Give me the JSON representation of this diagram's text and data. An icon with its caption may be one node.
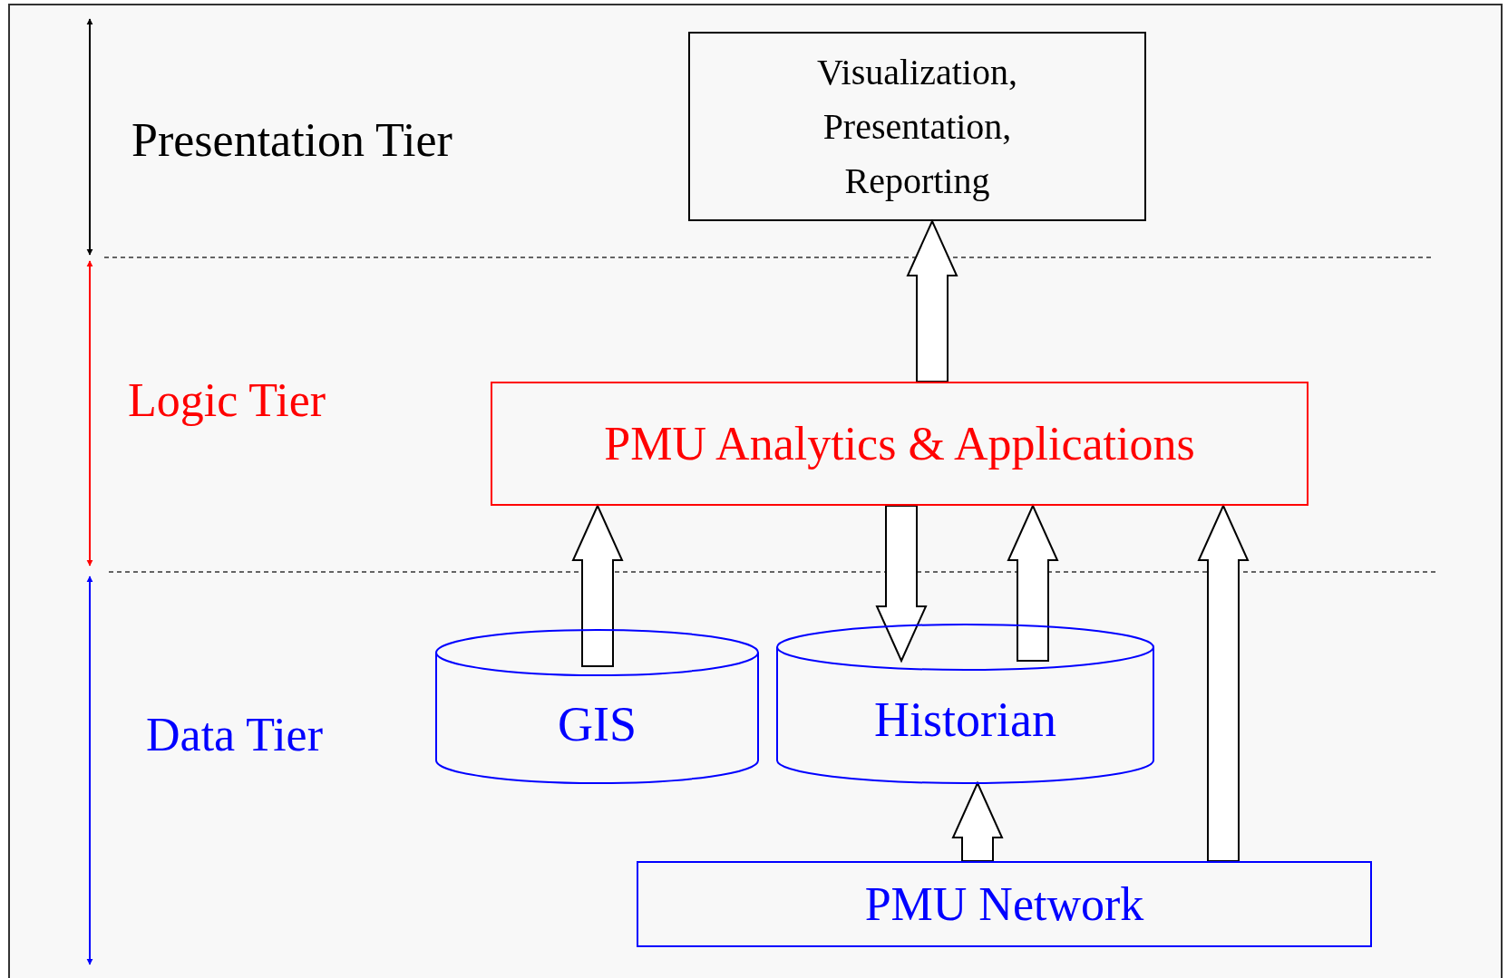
{
  "diagram": {
    "nodes": [
      {
        "text": [
          "Visualization, Presentation, Reporting"
        ]
      },
      {
        "text": [
          "PMU Analytics & Applications"
        ]
      },
      {
        "text": [
          "GIS"
        ]
      },
      {
        "text": [
          "Historian"
        ]
      },
      {
        "text": [
          "PMU Network"
        ]
      }
    ],
    "edges": [
      {
        "from": 1,
        "to": 0,
        "arrow": "to"
      },
      {
        "from": 2,
        "to": 1,
        "arrow": "to"
      },
      {
        "from": 1,
        "to": 3,
        "arrow": "to"
      },
      {
        "from": 3,
        "to": 1,
        "arrow": "to"
      },
      {
        "from": 4,
        "to": 1,
        "arrow": "to"
      },
      {
        "from": 4,
        "to": 3,
        "arrow": "to"
      }
    ],
    "labels": [
      "Presentation Tier",
      "Logic Tier",
      "Data Tier"
    ]
  }
}
